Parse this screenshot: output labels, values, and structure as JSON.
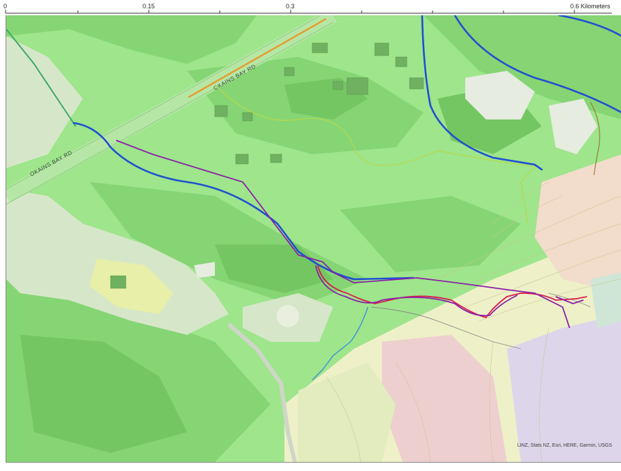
{
  "scale_bar": {
    "labels": [
      "0",
      "0.15",
      "0.3",
      "0.6 Kilometers"
    ]
  },
  "road_labels": [
    "OKAINS BAY RD",
    "OKAINS BAY RD"
  ],
  "attribution": "LINZ, Stats NZ, Esri, HERE, Garmin, USGS",
  "colors": {
    "low_terrain": "#9ee58c",
    "mid_terrain": "#7ccf6a",
    "pale_terrain": "#d6e7c9",
    "hill_terrain": "#efe6cc",
    "stream_blue": "#1f4fd1",
    "route_purple": "#8a1fa8",
    "route_red": "#d81c4a",
    "road_orange": "#e89a2a"
  }
}
